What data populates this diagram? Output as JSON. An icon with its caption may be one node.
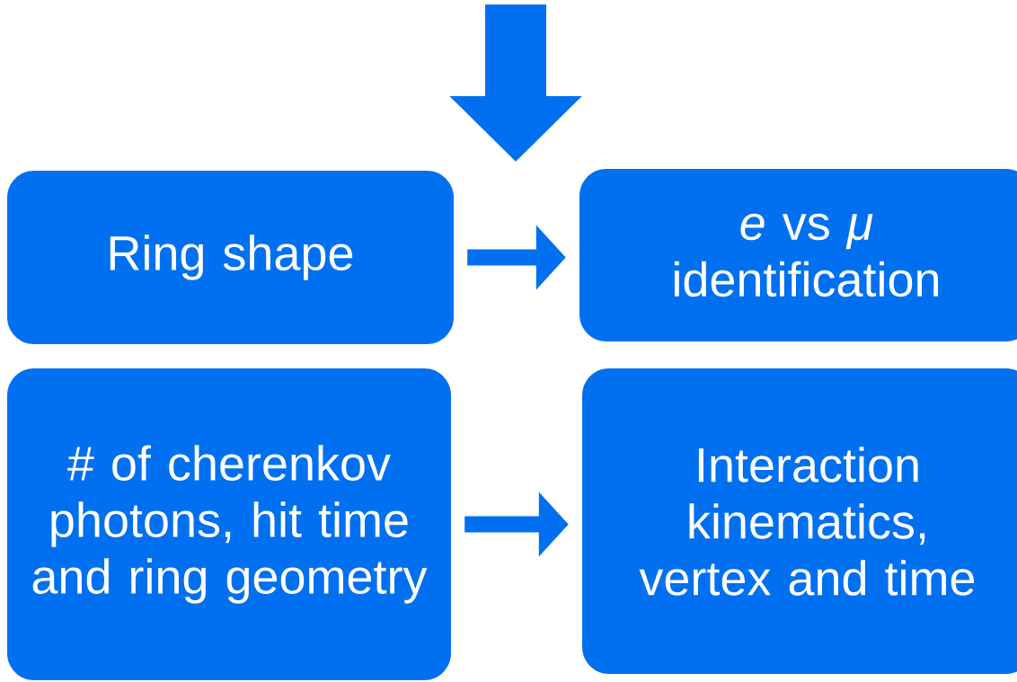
{
  "diagram": {
    "nodes": [
      {
        "text": [
          "Ring shape"
        ]
      },
      {
        "text": [
          "*e* vs *μ* identification"
        ]
      },
      {
        "text": [
          "# of cherenkov photons, hit time and ring geometry"
        ]
      },
      {
        "text": [
          "Interaction kinematics, vertex and time"
        ]
      }
    ],
    "edges": [
      {
        "from": 0,
        "to": 1,
        "arrow": "to"
      },
      {
        "from": 2,
        "to": 3,
        "arrow": "to"
      }
    ]
  }
}
